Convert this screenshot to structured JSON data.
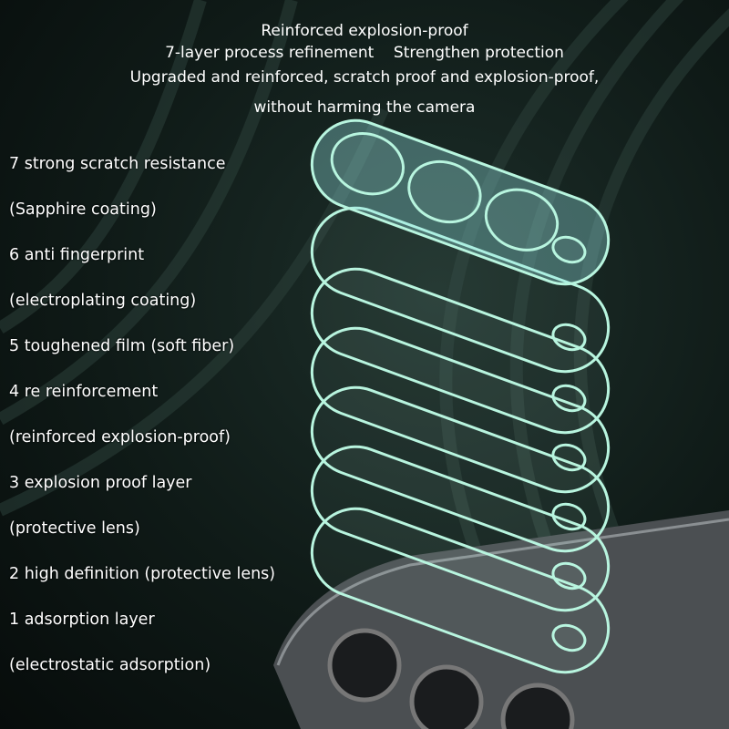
{
  "header": {
    "lines": [
      "Reinforced explosion-proof",
      "7-layer process refinement    Strengthen protection",
      "Upgraded and reinforced, scratch proof and explosion-proof,",
      "without harming the camera"
    ]
  },
  "layers": [
    "7 strong scratch resistance",
    "(Sapphire coating)",
    "6 anti fingerprint",
    "(electroplating coating)",
    "5 toughened film (soft fiber)",
    "4 re reinforcement",
    "(reinforced explosion-proof)",
    "3 explosion proof layer",
    "(protective lens)",
    "2 high definition (protective lens)",
    "1 adsorption layer",
    "(electrostatic adsorption)"
  ],
  "colors": {
    "glass_edge": "#b8f5df",
    "background": "#0f1a17"
  }
}
